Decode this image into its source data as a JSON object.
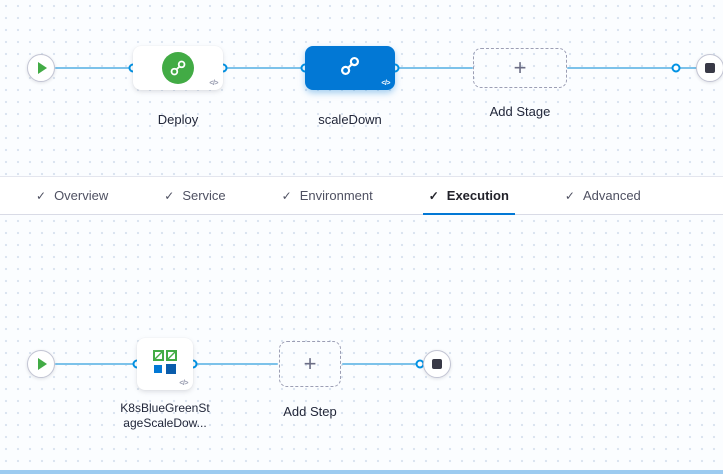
{
  "colors": {
    "accent": "#0278d5",
    "connector_line": "#7cc2ea",
    "connector_port_border": "#0092e4",
    "stage_green": "#42ab45",
    "selected_stage_bg": "#0278d5"
  },
  "icons": {
    "check": "✓",
    "plus": "+",
    "code": "</>",
    "play": "play-triangle",
    "stop": "stop-square"
  },
  "stage_pipeline": {
    "stages": [
      {
        "label": "Deploy",
        "selected": false,
        "icon": "deployment-stage-icon"
      },
      {
        "label": "scaleDown",
        "selected": true,
        "icon": "deployment-stage-icon"
      }
    ],
    "add_stage_label": "Add Stage"
  },
  "tabs": [
    {
      "label": "Overview",
      "checked": true,
      "active": false
    },
    {
      "label": "Service",
      "checked": true,
      "active": false
    },
    {
      "label": "Environment",
      "checked": true,
      "active": false
    },
    {
      "label": "Execution",
      "checked": true,
      "active": true
    },
    {
      "label": "Advanced",
      "checked": true,
      "active": false
    }
  ],
  "execution_graph": {
    "steps": [
      {
        "lines": [
          "K8sBlueGreenSt",
          "ageScaleDow..."
        ],
        "icon": "k8s-blue-green-icon"
      }
    ],
    "add_step_label": "Add Step"
  }
}
